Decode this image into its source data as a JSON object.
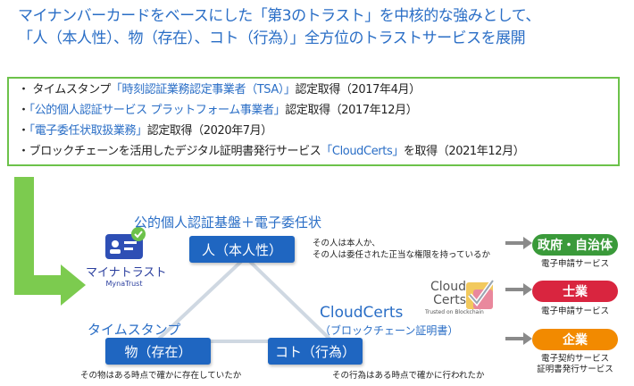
{
  "headline": {
    "line1": "マイナンバーカードをベースにした「第3のトラスト」を中核的な強みとして、",
    "line2": "「人（本人性）、物（存在）、コト（行為）」全方位のトラストサービスを展開"
  },
  "achievements": [
    {
      "prefix": "・ タイムスタンプ",
      "highlight": "「時刻認証業務認定事業者（TSA）」",
      "suffix": "認定取得（2017年4月）"
    },
    {
      "prefix": "・",
      "highlight": "「公的個人認証サービス プラットフォーム事業者」",
      "suffix": "認定取得（2017年12月）"
    },
    {
      "prefix": "・",
      "highlight": "「電子委任状取扱業務」",
      "suffix": "認定取得（2020年7月）"
    },
    {
      "prefix": "・ブロックチェーンを活用したデジタル証明書発行サービス",
      "highlight": "「CloudCerts」",
      "suffix": "を取得（2021年12月）"
    }
  ],
  "myna_logo": {
    "name": "マイナトラスト",
    "sub": "MynaTrust"
  },
  "top_heading": "公的個人認証基盤＋電子委任状",
  "nodes": {
    "person": "人（本人性）",
    "thing": "物（存在）",
    "act": "コト（行為）"
  },
  "timestamp_label": "タイムスタンプ",
  "cloudcerts_label": "CloudCerts",
  "cloudcerts_sub": "（ブロックチェーン証明書）",
  "cloudcerts_logo": {
    "line1": "Cloud",
    "line2": "Certs",
    "tagline": "Trusted on Blockchain"
  },
  "descriptions": {
    "person": "その人は本人か、\nその人は委任された正当な権限を持っているか",
    "thing": "その物はある時点で確かに存在していたか",
    "act": "その行為はある時点で確かに行われたか"
  },
  "targets": [
    {
      "label": "政府・自治体",
      "service": "電子申請サービス",
      "color": "#3a9a3a"
    },
    {
      "label": "士業",
      "service": "電子申請サービス",
      "color": "#d9253f"
    },
    {
      "label": "企業",
      "service": "電子契約サービス\n証明書発行サービス",
      "color": "#f28a00"
    }
  ],
  "colors": {
    "accent": "#2a6ec6",
    "green": "#6cc24a",
    "node": "#1f66c1"
  }
}
